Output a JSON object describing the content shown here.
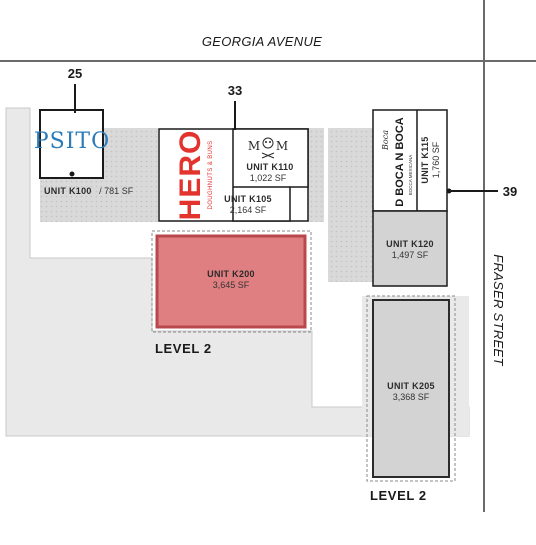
{
  "streets": {
    "north": "GEORGIA AVENUE",
    "east": "FRASER STREET"
  },
  "callouts": {
    "c1": "25",
    "c2": "33",
    "c3": "39"
  },
  "units": {
    "k100": {
      "name": "UNIT K100",
      "sf": "/ 781 SF",
      "brand": "PSITO"
    },
    "k105": {
      "name": "UNIT K105",
      "sf": "2,164 SF",
      "brand": "HERO",
      "tagline": "DOUGHNUTS & BUNS"
    },
    "k110": {
      "name": "UNIT K110",
      "sf": "1,022 SF",
      "brand_left": "M",
      "brand_right": "M"
    },
    "k115": {
      "name": "UNIT K115",
      "sf": "1,760 SF",
      "brand": "D BOCA N BOCA",
      "brand_script": "Boca",
      "brand_sub": "BOCCA MEXICANA"
    },
    "k120": {
      "name": "UNIT K120",
      "sf": "1,497 SF"
    },
    "k200": {
      "name": "UNIT K200",
      "sf": "3,645 SF"
    },
    "k205": {
      "name": "UNIT K205",
      "sf": "3,368 SF"
    }
  },
  "levels": {
    "l1": "LEVEL 2",
    "l2": "LEVEL 2"
  },
  "colors": {
    "ground": "#e8e8e8",
    "patio": "#d6d6d6",
    "unit_k200_fill": "#e07f82",
    "unit_k200_border": "#b8484c",
    "unit_grey_fill": "#d3d3d3",
    "road_line": "#6b6b6b",
    "psito_blue": "#2b7bb9",
    "hero_red": "#e2332d"
  }
}
